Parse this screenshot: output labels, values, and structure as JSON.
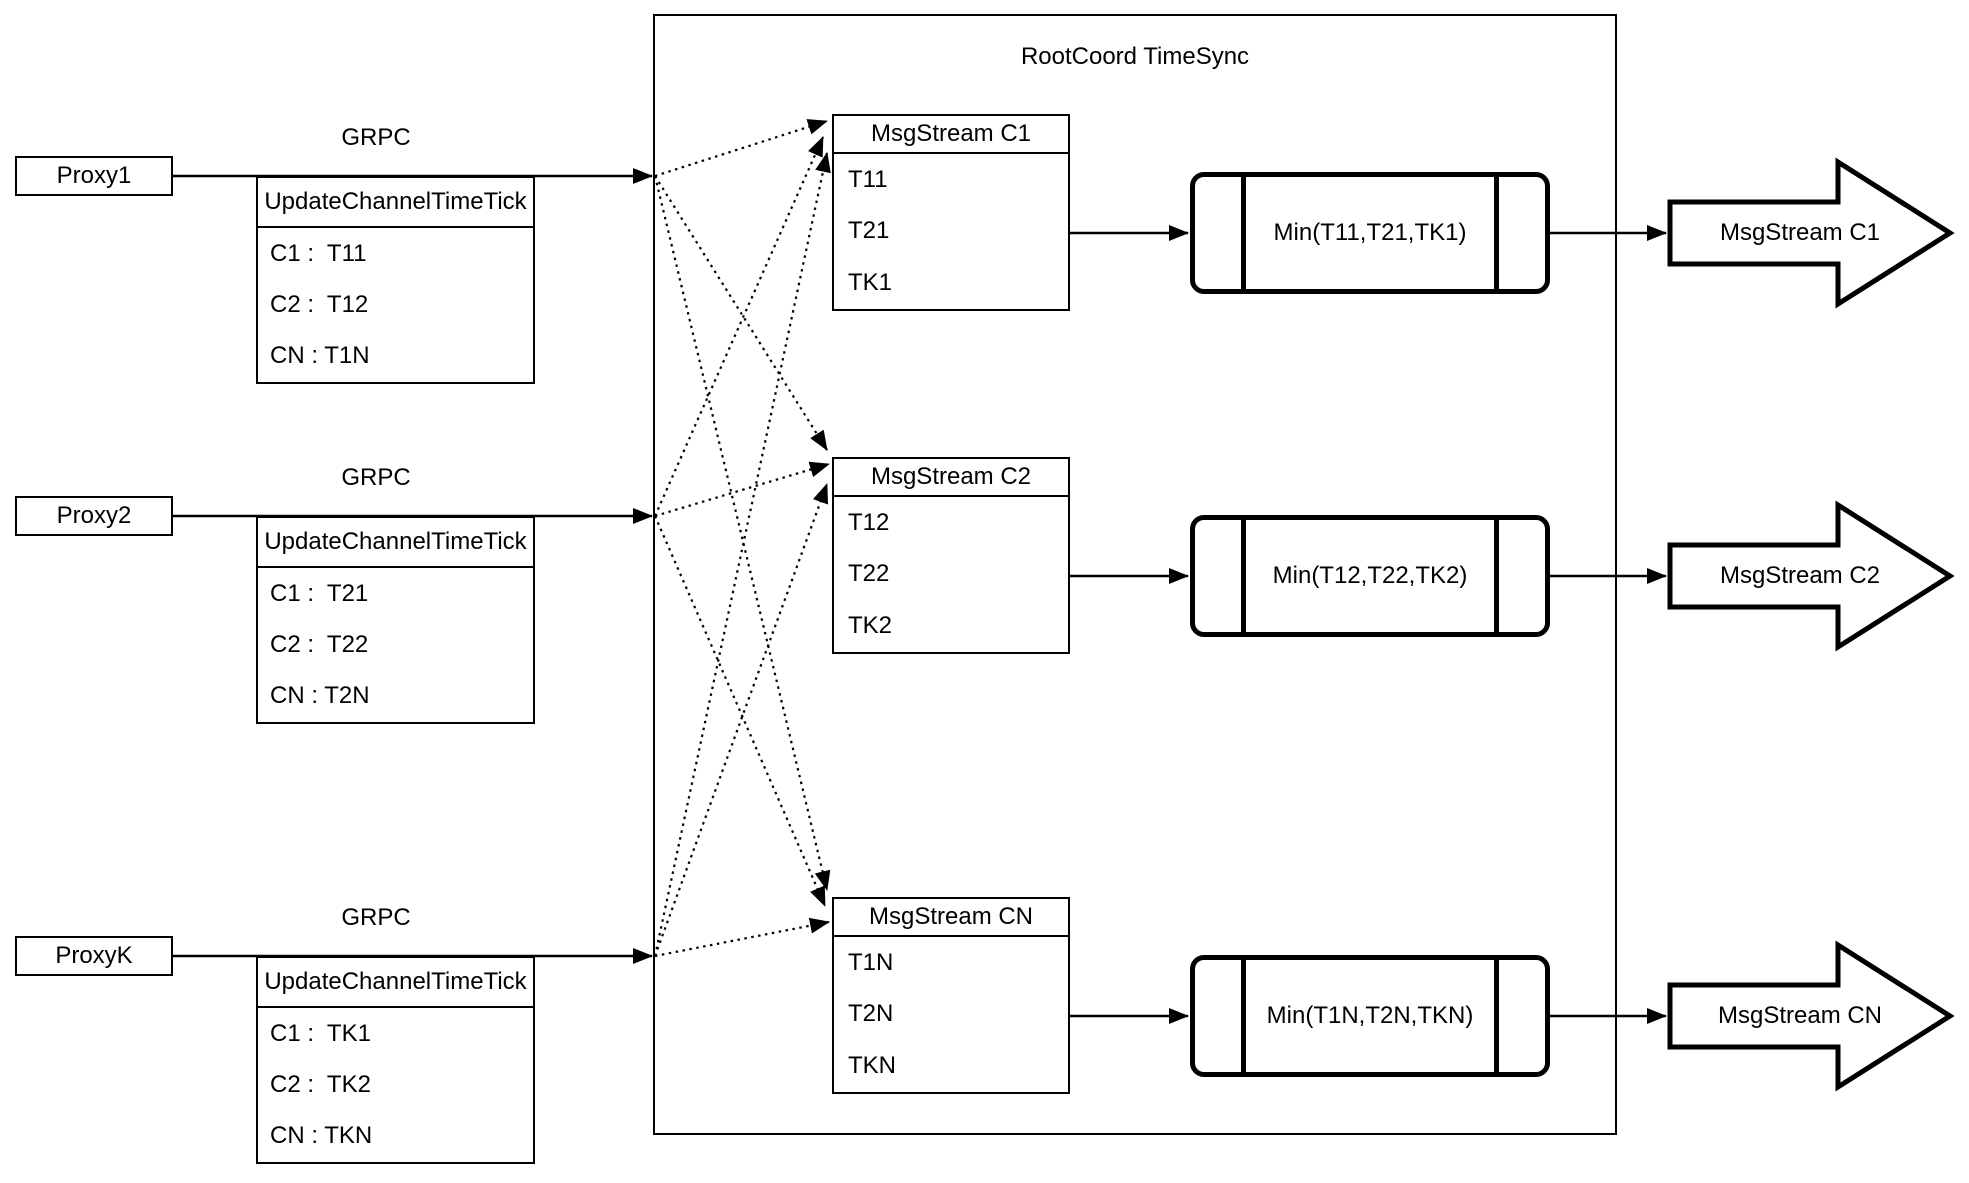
{
  "diagram": {
    "title": "RootCoord TimeSync",
    "colors": {
      "ink": "#000000",
      "paper": "#ffffff"
    },
    "proxies": [
      {
        "name": "Proxy1",
        "protocol": "GRPC",
        "table_title": "UpdateChannelTimeTick",
        "rows": [
          "C1 :  T11",
          "C2 :  T12",
          "CN : T1N"
        ]
      },
      {
        "name": "Proxy2",
        "protocol": "GRPC",
        "table_title": "UpdateChannelTimeTick",
        "rows": [
          "C1 :  T21",
          "C2 :  T22",
          "CN : T2N"
        ]
      },
      {
        "name": "ProxyK",
        "protocol": "GRPC",
        "table_title": "UpdateChannelTimeTick",
        "rows": [
          "C1 :  TK1",
          "C2 :  TK2",
          "CN : TKN"
        ]
      }
    ],
    "streams": [
      {
        "title": "MsgStream C1",
        "rows": [
          "T11",
          "T21",
          "TK1"
        ],
        "min_label": "Min(T11,T21,TK1)",
        "output_label": "MsgStream C1"
      },
      {
        "title": "MsgStream C2",
        "rows": [
          "T12",
          "T22",
          "TK2"
        ],
        "min_label": "Min(T12,T22,TK2)",
        "output_label": "MsgStream C2"
      },
      {
        "title": "MsgStream CN",
        "rows": [
          "T1N",
          "T2N",
          "TKN"
        ],
        "min_label": "Min(T1N,T2N,TKN)",
        "output_label": "MsgStream CN"
      }
    ]
  }
}
